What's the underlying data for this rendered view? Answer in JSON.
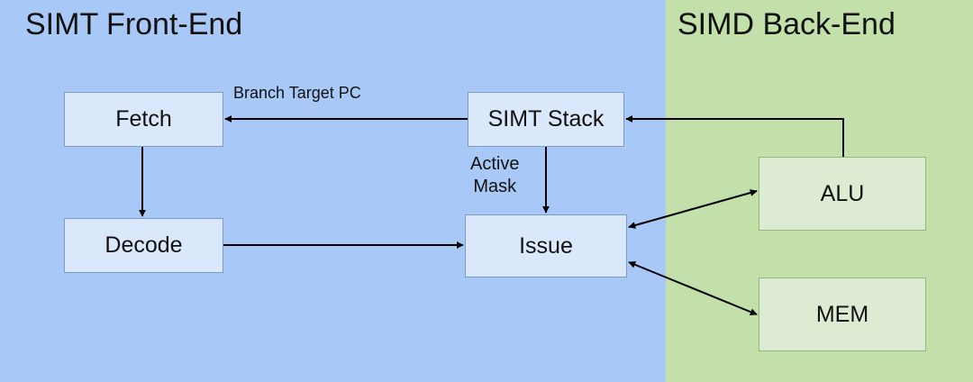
{
  "regions": {
    "front_end": {
      "title": "SIMT Front-End",
      "color": "#a8c9f7"
    },
    "back_end": {
      "title": "SIMD Back-End",
      "color": "#c3dfaa"
    }
  },
  "nodes": {
    "fetch": "Fetch",
    "decode": "Decode",
    "simt_stack": "SIMT Stack",
    "issue": "Issue",
    "alu": "ALU",
    "mem": "MEM"
  },
  "edge_labels": {
    "branch_target": "Branch Target PC",
    "active_mask_line1": "Active",
    "active_mask_line2": "Mask"
  },
  "edges": [
    {
      "from": "Fetch",
      "to": "Decode"
    },
    {
      "from": "Decode",
      "to": "Issue"
    },
    {
      "from": "SIMT Stack",
      "to": "Fetch",
      "label": "Branch Target PC"
    },
    {
      "from": "SIMT Stack",
      "to": "Issue",
      "label": "Active Mask"
    },
    {
      "from": "ALU",
      "to": "SIMT Stack"
    },
    {
      "from": "Issue",
      "to": "ALU",
      "bidirectional": true
    },
    {
      "from": "Issue",
      "to": "MEM",
      "bidirectional": true
    }
  ]
}
